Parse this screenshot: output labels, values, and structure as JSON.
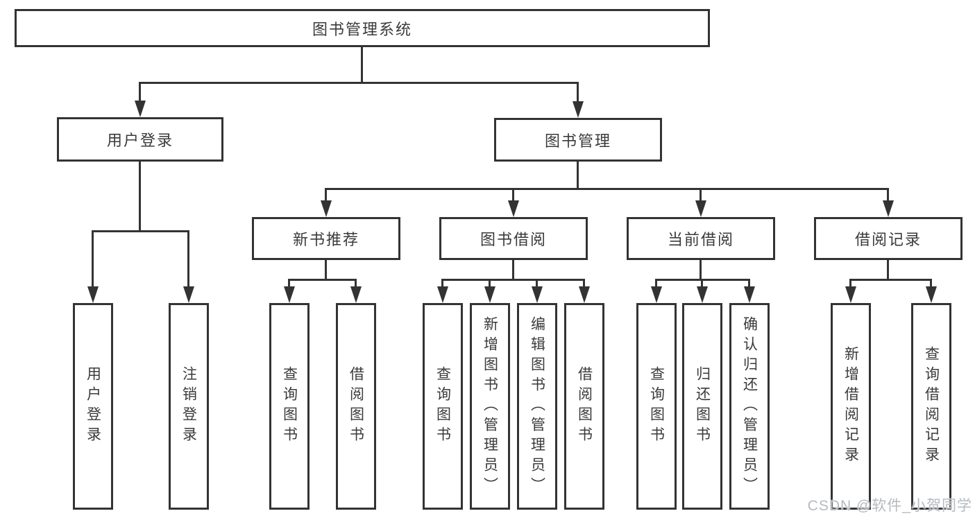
{
  "diagram": {
    "root": {
      "label": "图书管理系统",
      "children": [
        {
          "label": "用户登录",
          "children": [
            {
              "label": "用户登录"
            },
            {
              "label": "注销登录"
            }
          ]
        },
        {
          "label": "图书管理",
          "children": [
            {
              "label": "新书推荐",
              "children": [
                {
                  "label": "查询图书"
                },
                {
                  "label": "借阅图书"
                }
              ]
            },
            {
              "label": "图书借阅",
              "children": [
                {
                  "label": "查询图书"
                },
                {
                  "label": "新增图书（管理员）"
                },
                {
                  "label": "编辑图书（管理员）"
                },
                {
                  "label": "借阅图书"
                }
              ]
            },
            {
              "label": "当前借阅",
              "children": [
                {
                  "label": "查询图书"
                },
                {
                  "label": "归还图书"
                },
                {
                  "label": "确认归还（管理员）"
                }
              ]
            },
            {
              "label": "借阅记录",
              "children": [
                {
                  "label": "新增借阅记录"
                },
                {
                  "label": "查询借阅记录"
                }
              ]
            }
          ]
        }
      ]
    }
  },
  "watermark": "CSDN @软件_小贺同学",
  "colors": {
    "line": "#333333",
    "text": "#3a3a3a",
    "watermark": "#b5bac0",
    "bg": "#ffffff"
  }
}
